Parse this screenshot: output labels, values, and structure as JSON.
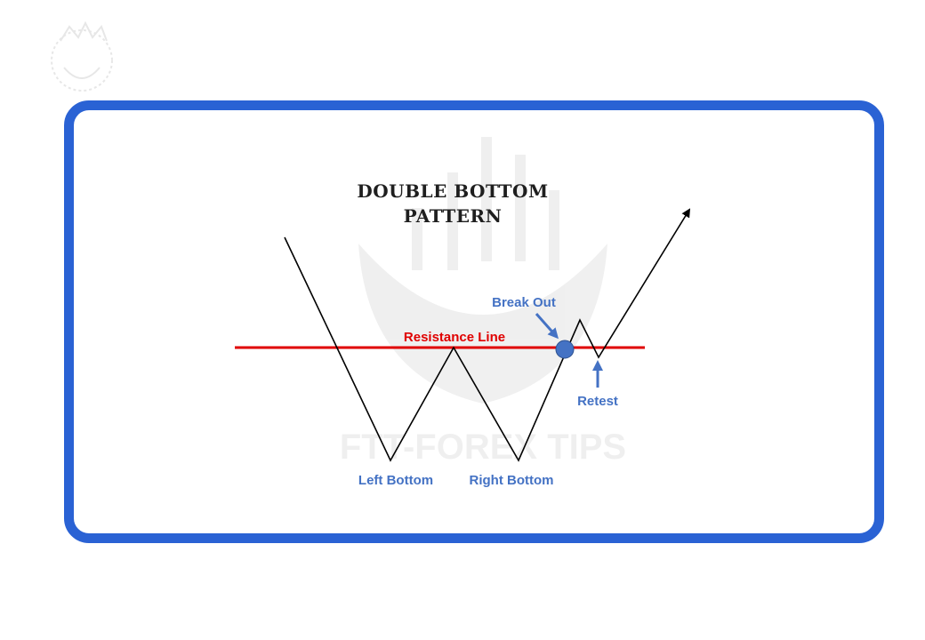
{
  "diagram": {
    "title_line1": "DOUBLE BOTTOM",
    "title_line2": "PATTERN",
    "labels": {
      "resistance": "Resistance Line",
      "break_out": "Break Out",
      "retest": "Retest",
      "left_bottom": "Left Bottom",
      "right_bottom": "Right Bottom"
    },
    "watermark": "FTT-FOREX TIPS",
    "colors": {
      "frame": "#2a62d4",
      "resistance_line": "#e00000",
      "label_blue": "#4472c4",
      "breakout_dot": "#4472c4",
      "price_line": "#000000"
    }
  }
}
